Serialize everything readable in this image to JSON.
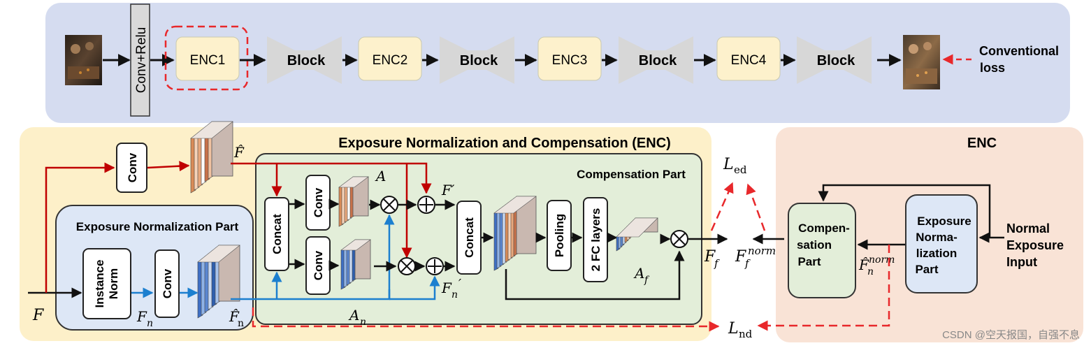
{
  "top_pipeline": {
    "conv_relu": "Conv+Relu",
    "enc_blocks": [
      "ENC1",
      "ENC2",
      "ENC3",
      "ENC4"
    ],
    "block_label": "Block",
    "loss_label": [
      "Conventional",
      "loss"
    ]
  },
  "enc_panel": {
    "title": "Exposure Normalization and Compensation (ENC)",
    "conv_top": "Conv",
    "f_hat": "F̂",
    "input_f": "F",
    "normalization": {
      "title": "Exposure Normalization Part",
      "instance_norm": [
        "Instance",
        "Norm"
      ],
      "conv": "Conv",
      "f_n": "F",
      "f_n_sub": "n",
      "f_hat_n": "F̂",
      "f_hat_n_sub": "n"
    },
    "compensation": {
      "title": "Compensation Part",
      "concat1": "Concat",
      "conv_a": "Conv",
      "conv_b": "Conv",
      "a_label": "A",
      "a_n": "A",
      "a_n_sub": "n",
      "f_prime": "F′",
      "f_n_prime": "F",
      "f_n_prime_sub": "n",
      "f_n_prime_mark": "′",
      "concat2": "Concat",
      "pooling": "Pooling",
      "fc_layers": "2 FC layers",
      "a_f": "A",
      "a_f_sub": "f",
      "f_f": "F",
      "f_f_sub": "f"
    }
  },
  "losses": {
    "l_ed": "L",
    "l_ed_sub": "ed",
    "l_nd": "L",
    "l_nd_sub": "nd"
  },
  "enc_side": {
    "title": "ENC",
    "compensation": [
      "Compen-",
      "sation",
      "Part"
    ],
    "normalization": [
      "Exposure",
      "Norma-",
      "lization",
      "Part"
    ],
    "input": [
      "Normal",
      "Exposure",
      "Input"
    ],
    "ff_norm": "F",
    "ff_norm_sub": "f",
    "ff_norm_sup": "norm",
    "fn_norm": "F̂",
    "fn_norm_sub": "n",
    "fn_norm_sup": "norm"
  },
  "watermark": "CSDN @空天报国，自强不息",
  "colors": {
    "top_bg": "#d5dcf0",
    "enc_bg": "#fdf0c9",
    "norm_bg": "#dde7f6",
    "comp_bg": "#e3eed9",
    "side_bg": "#f9e3d6",
    "enc_box": "#fdf1cc",
    "block": "#d7d7d7",
    "red": "#c00000",
    "dash_red": "#e8282b",
    "blue": "#1c7fcf"
  }
}
